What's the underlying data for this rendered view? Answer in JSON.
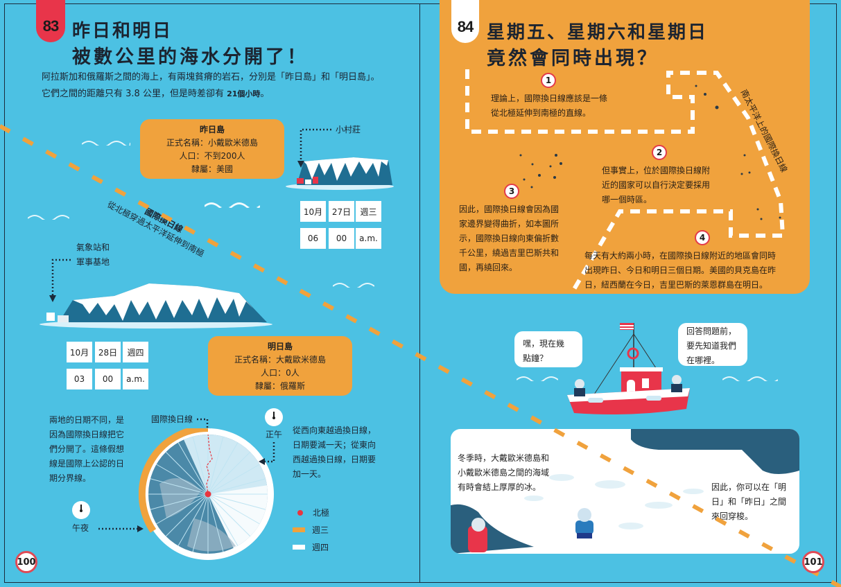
{
  "left_page": {
    "number_badge": "83",
    "title_line1": "昨日和明日",
    "title_line2": "被數公里的海水分開了！",
    "intro_part1": "阿拉斯加和俄羅斯之間的海上，有兩塊貧瘠的岩石，分別是「昨日島」和「明日島」。它們之間的距離只有 3.8 公里，但是時差卻有 ",
    "intro_bold": "21個小時",
    "intro_part2": "。",
    "yesterday_island": {
      "heading": "昨日島",
      "official_name": "正式名稱：小戴歐米德島",
      "population": "人口：不到200人",
      "belongs_to": "隸屬：美國",
      "pointer_label": "小村莊",
      "date": [
        "10月",
        "27日",
        "週三"
      ],
      "time": [
        "06",
        "00",
        "a.m."
      ]
    },
    "tomorrow_island": {
      "heading": "明日島",
      "official_name": "正式名稱：大戴歐米德島",
      "population": "人口：0人",
      "belongs_to": "隸屬：俄羅斯",
      "pointer_label_line1": "氣象站和",
      "pointer_label_line2": "軍事基地",
      "date": [
        "10月",
        "28日",
        "週四"
      ],
      "time": [
        "03",
        "00",
        "a.m."
      ]
    },
    "dateline_label": "國際換日線",
    "dateline_sublabel": "從北極穿過太平洋延伸到南極",
    "diagram": {
      "explain_left": [
        "兩地的日期不同，是",
        "因為國際換日線把它",
        "們分開了。這條假想",
        "線是國際上公認的日",
        "期分界線。"
      ],
      "dateline_pointer": "國際換日線",
      "noon_label": "正午",
      "midnight_label": "午夜",
      "explain_right": [
        "從西向東越過換日線，",
        "日期要減一天；從東向",
        "西越過換日線，日期要",
        "加一天。"
      ],
      "legend": [
        {
          "label": "北極",
          "color": "#e8353f",
          "shape": "dot"
        },
        {
          "label": "週三",
          "color": "#f0a23d",
          "shape": "bar"
        },
        {
          "label": "週四",
          "color": "#ffffff",
          "shape": "bar"
        }
      ]
    },
    "page_number": "100"
  },
  "right_page": {
    "number_badge": "84",
    "title_line1": "星期五、星期六和星期日",
    "title_line2": "竟然會同時出現？",
    "vertical_label": "南太平洋上的國際換日線",
    "steps": [
      {
        "num": "1",
        "lines": [
          "理論上，國際換日線應該是一條",
          "從北極延伸到南極的直線。"
        ]
      },
      {
        "num": "2",
        "lines": [
          "但事實上，位於國際換日線附",
          "近的國家可以自行決定要採用",
          "哪一個時區。"
        ]
      },
      {
        "num": "3",
        "lines": [
          "因此，國際換日線會因為國",
          "家邊界變得曲折，如本圖所",
          "示，國際換日線向東偏折數",
          "千公里，繞過吉里巴斯共和",
          "國，再繞回來。"
        ]
      },
      {
        "num": "4",
        "lines": [
          "每天有大約兩小時，在國際換日線附近的地區會同時",
          "出現昨日、今日和明日三個日期。美國的貝克島在昨",
          "日，紐西蘭在今日，吉里巴斯的萊恩群島在明日。"
        ]
      }
    ],
    "bubble_left": [
      "嘿，現在幾",
      "點鐘？"
    ],
    "bubble_right": [
      "回答問題前，",
      "要先知道我們",
      "在哪裡。"
    ],
    "ice_text_left": [
      "冬季時，大戴歐米德島和",
      "小戴歐米德島之間的海域",
      "有時會結上厚厚的冰。"
    ],
    "ice_text_right": [
      "因此，你可以在「明",
      "日」和「昨日」之間",
      "來回穿梭。"
    ],
    "page_number": "101"
  },
  "colors": {
    "sea_blue": "#4cc1e3",
    "orange": "#f0a23d",
    "red": "#e8354a",
    "dark_text": "#1c2430"
  }
}
